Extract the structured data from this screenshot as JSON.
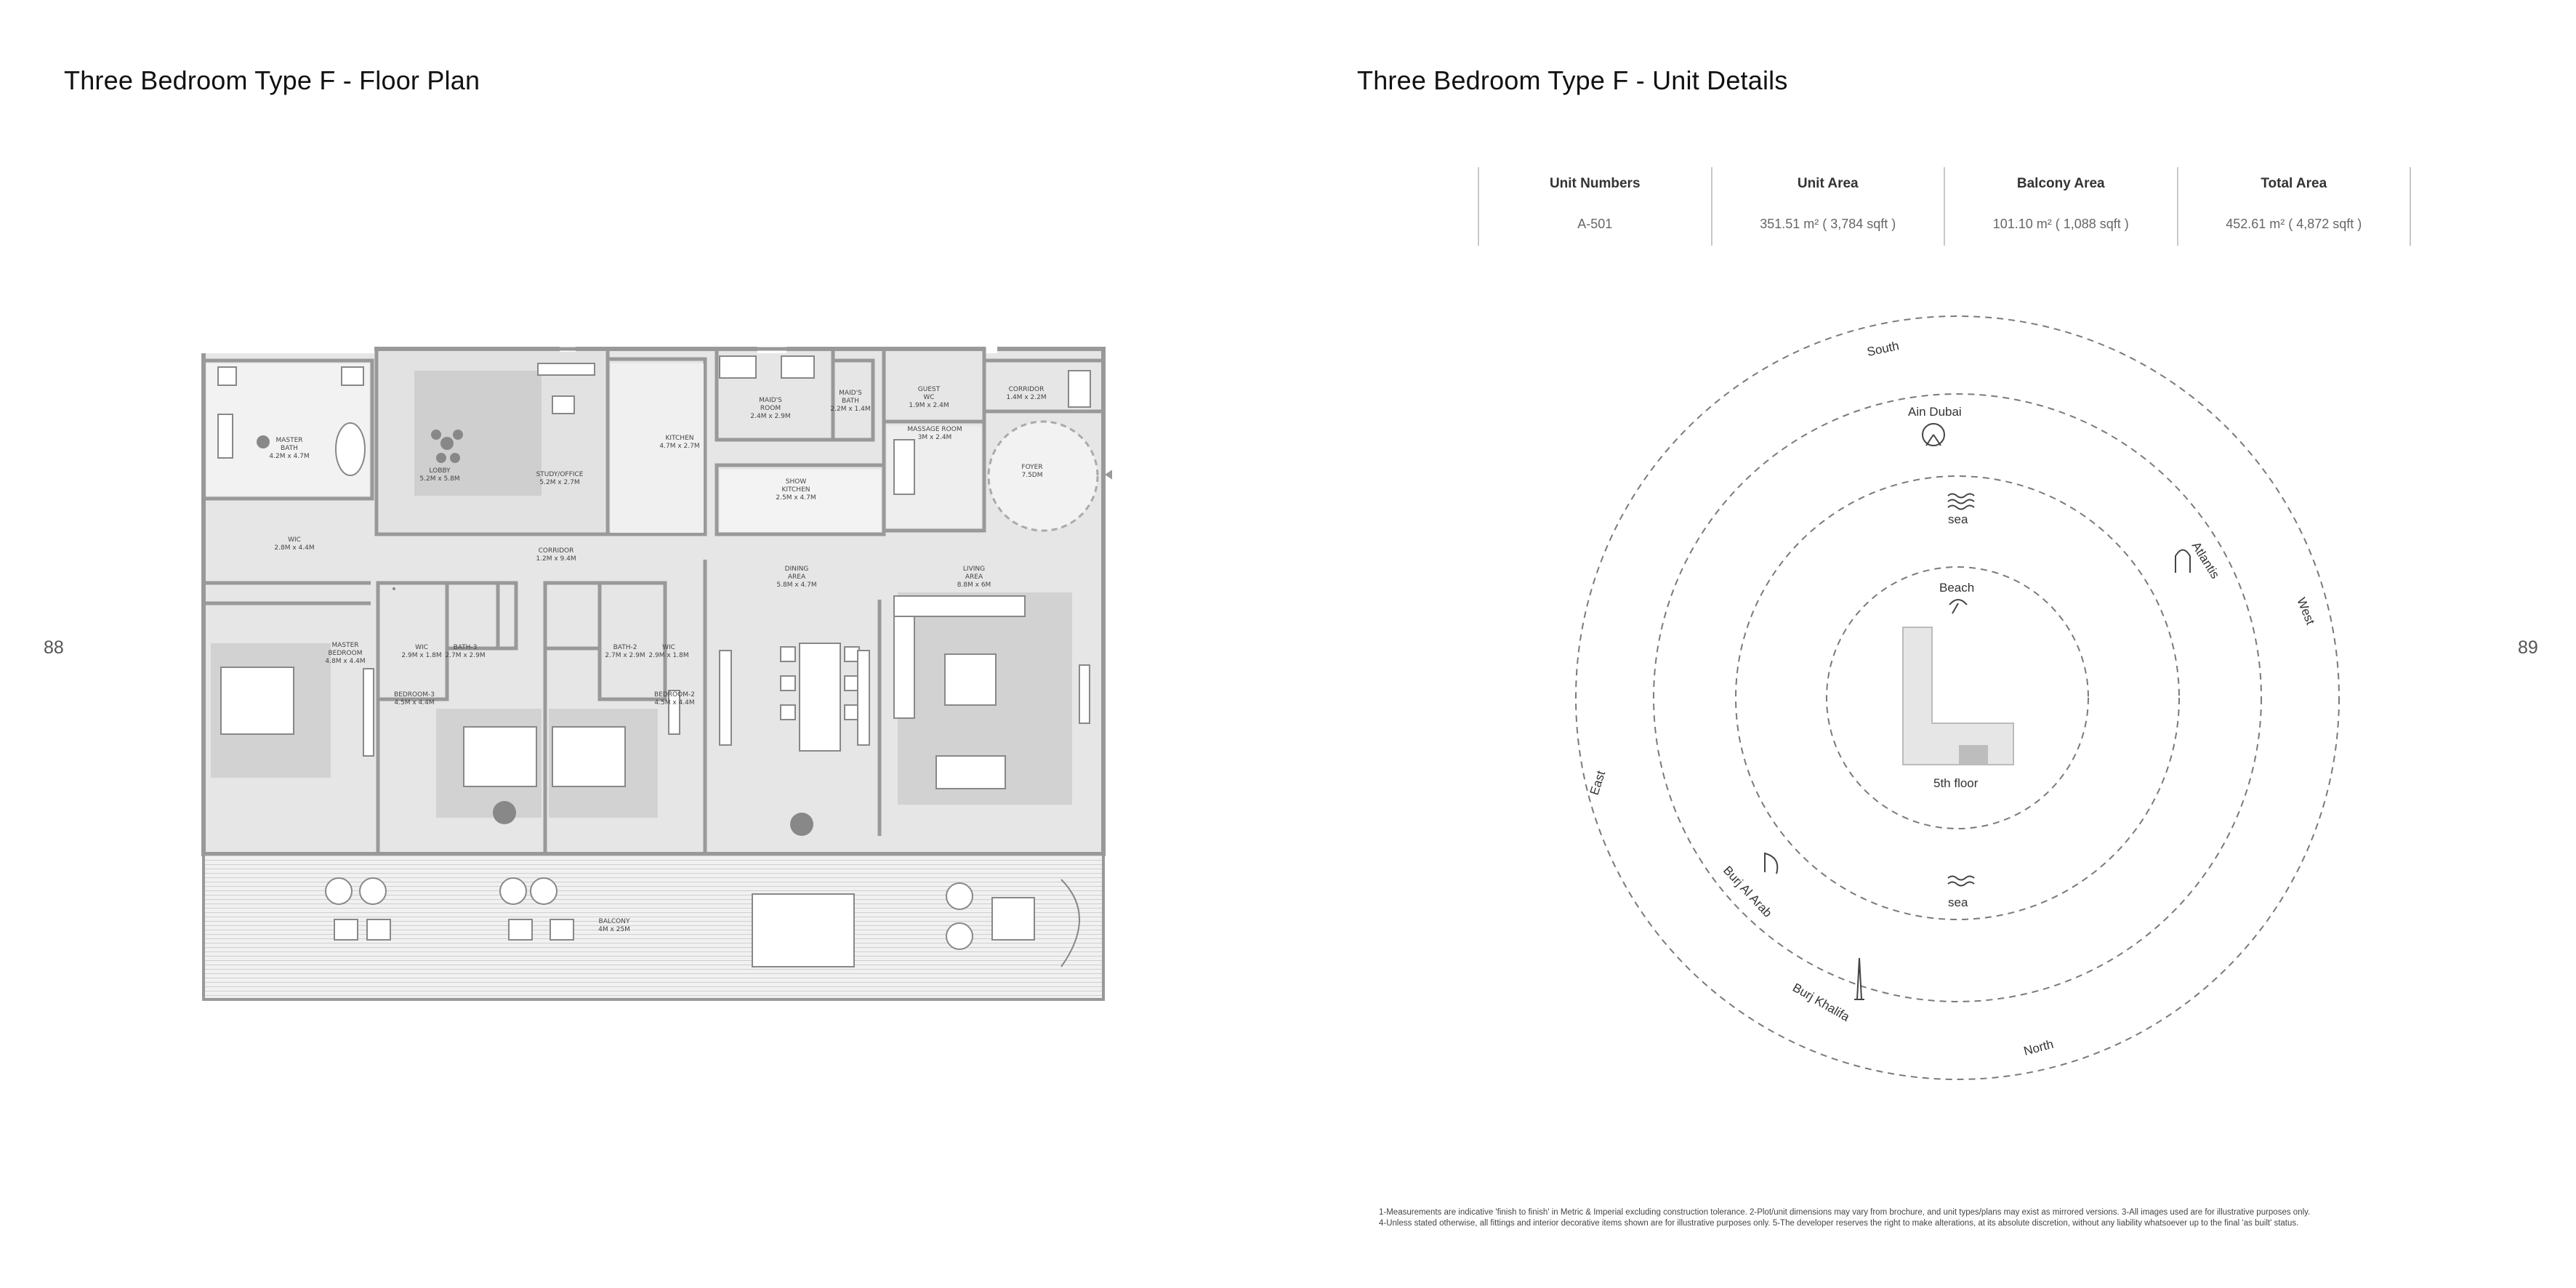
{
  "left_page": {
    "title": "Three Bedroom Type F -  Floor Plan",
    "page_number": "88"
  },
  "right_page": {
    "title": "Three Bedroom Type F -  Unit Details",
    "page_number": "89"
  },
  "unit_table": {
    "headers": [
      "Unit Numbers",
      "Unit Area",
      "Balcony Area",
      "Total Area"
    ],
    "values": [
      "A-501",
      "351.51 m² ( 3,784 sqft )",
      "101.10 m² ( 1,088 sqft )",
      "452.61 m² ( 4,872 sqft )"
    ]
  },
  "rooms": {
    "master_bath": [
      "MASTER",
      "BATH",
      "4.2M x 4.7M"
    ],
    "lobby": [
      "LOBBY",
      "5.2M x 5.8M"
    ],
    "study": [
      "STUDY/OFFICE",
      "5.2M x 2.7M"
    ],
    "kitchen": [
      "KITCHEN",
      "4.7M x 2.7M"
    ],
    "maids_room": [
      "MAID'S",
      "ROOM",
      "2.4M x 2.9M"
    ],
    "maids_bath": [
      "MAID'S",
      "BATH",
      "2.2M x 1.4M"
    ],
    "guest_wc": [
      "GUEST",
      "WC",
      "1.9M x 2.4M"
    ],
    "corridor_top": [
      "CORRIDOR",
      "1.4M x 2.2M"
    ],
    "massage_room": [
      "MASSAGE ROOM",
      "3M x 2.4M"
    ],
    "foyer": [
      "FOYER",
      "7.5DM"
    ],
    "show_kitchen": [
      "SHOW",
      "KITCHEN",
      "2.5M x 4.7M"
    ],
    "wic_master": [
      "WIC",
      "2.8M x 4.4M"
    ],
    "corridor": [
      "CORRIDOR",
      "1.2M x 9.4M"
    ],
    "dining": [
      "DINING",
      "AREA",
      "5.8M x 4.7M"
    ],
    "living": [
      "LIVING",
      "AREA",
      "8.8M x 6M"
    ],
    "master_bedroom": [
      "MASTER",
      "BEDROOM",
      "4.8M x 4.4M"
    ],
    "wic3": [
      "WIC",
      "2.9M x 1.8M"
    ],
    "bath3": [
      "BATH-3",
      "2.7M x 2.9M"
    ],
    "bath2": [
      "BATH-2",
      "2.7M x 2.9M"
    ],
    "wic2": [
      "WIC",
      "2.9M x 1.8M"
    ],
    "bedroom3": [
      "BEDROOM-3",
      "4.5M x 4.4M"
    ],
    "bedroom2": [
      "BEDROOM-2",
      "4.5M x 4.4M"
    ],
    "balcony": [
      "BALCONY",
      "4M x 25M"
    ]
  },
  "orientation": {
    "south": "South",
    "ain_dubai": "Ain Dubai",
    "sea_top": "sea",
    "atlantis": "Atlantis",
    "west": "West",
    "beach": "Beach",
    "floor": "5th floor",
    "east": "East",
    "burj_al_arab": "Burj Al Arab",
    "sea_bottom": "sea",
    "burj_khalifa": "Burj Khalifa",
    "north": "North",
    "icons": [
      "ferris-wheel-icon",
      "waves-icon",
      "atlantis-icon",
      "beach-umbrella-icon",
      "burj-al-arab-icon",
      "burj-khalifa-icon"
    ]
  },
  "footnotes": [
    "1-Measurements are indicative 'finish to finish' in Metric & Imperial excluding construction tolerance. 2-Plot/unit dimensions may vary from brochure, and unit types/plans may exist as mirrored versions. 3-All images used are for illustrative purposes only.",
    "4-Unless stated otherwise, all fittings and interior decorative items shown are for illustrative purposes only. 5-The developer reserves the right to make alterations, at its absolute discretion, without any liability whatsoever up to the final 'as built' status."
  ],
  "colors": {
    "wall": "#9a9a9a",
    "room": "#e6e6e6",
    "rug": "#d4d4d4",
    "dash": "#7a7a7a"
  }
}
